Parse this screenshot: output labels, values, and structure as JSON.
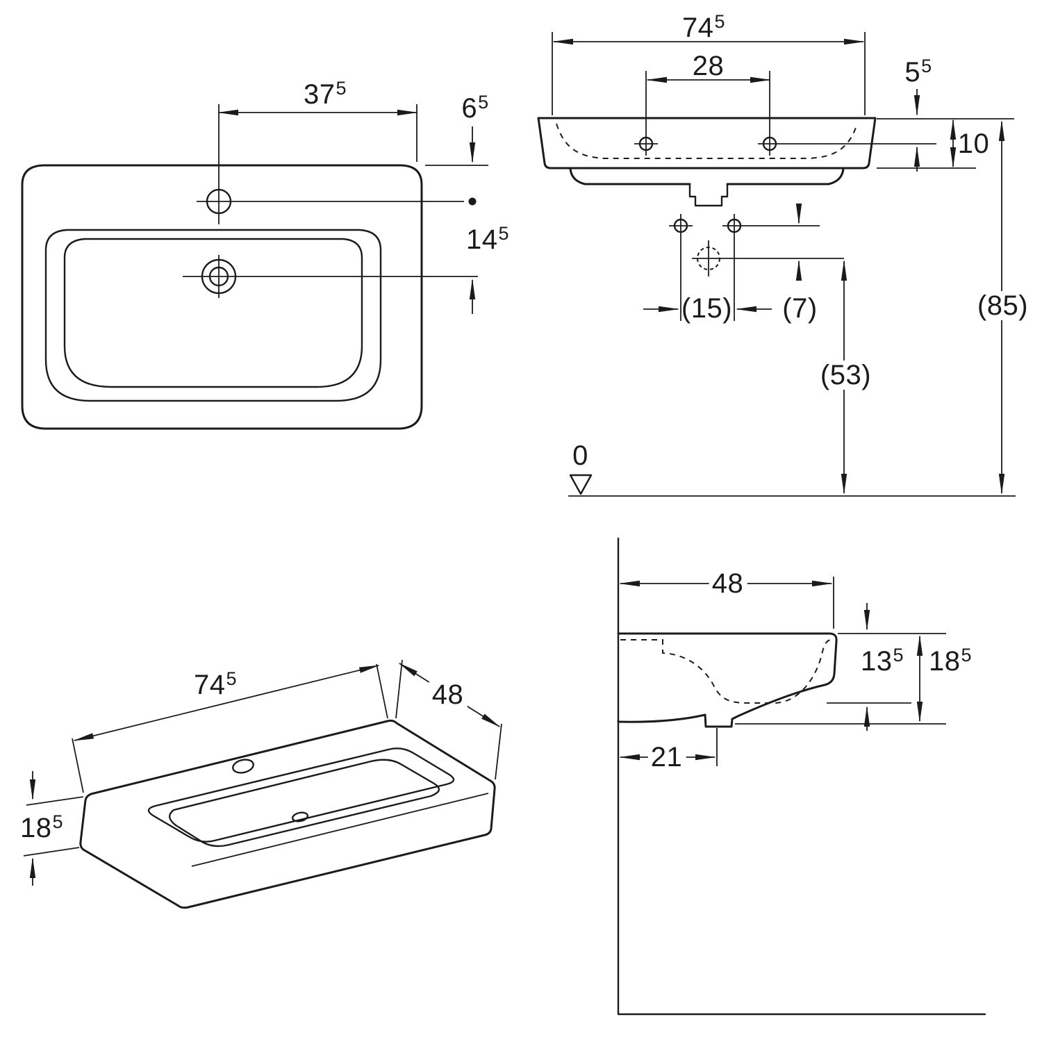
{
  "drawing": {
    "type": "washbasin-technical-drawing",
    "line_color": "#1b1b1b",
    "background": "#ffffff"
  },
  "views": {
    "plan": {
      "label": "plan-view-top",
      "dims": {
        "tap_to_right_edge": {
          "v": "37",
          "s": "5"
        },
        "front_edge_to_tap": {
          "v": "6",
          "s": "5"
        },
        "tap_to_drain": {
          "v": "14",
          "s": "5"
        }
      }
    },
    "front": {
      "label": "front-elevation",
      "dims": {
        "overall_width": {
          "v": "74",
          "s": "5"
        },
        "tap_hole_spacing": {
          "v": "28",
          "s": ""
        },
        "rim_to_tap": {
          "v": "5",
          "s": "5"
        },
        "rim_thickness": {
          "v": "10",
          "s": ""
        },
        "fixing_hole_spacing": {
          "v": "(15)",
          "s": ""
        },
        "fixing_to_drain": {
          "v": "(7)",
          "s": ""
        },
        "drain_height": {
          "v": "(53)",
          "s": ""
        },
        "rim_height": {
          "v": "(85)",
          "s": ""
        },
        "datum": {
          "v": "0",
          "s": ""
        }
      }
    },
    "iso": {
      "label": "isometric-view",
      "dims": {
        "width": {
          "v": "74",
          "s": "5"
        },
        "depth": {
          "v": "48",
          "s": ""
        },
        "height": {
          "v": "18",
          "s": "5"
        }
      }
    },
    "side": {
      "label": "side-section",
      "dims": {
        "depth": {
          "v": "48",
          "s": ""
        },
        "basin_depth": {
          "v": "13",
          "s": "5"
        },
        "height": {
          "v": "18",
          "s": "5"
        },
        "wall_to_drain": {
          "v": "21",
          "s": ""
        }
      }
    }
  }
}
